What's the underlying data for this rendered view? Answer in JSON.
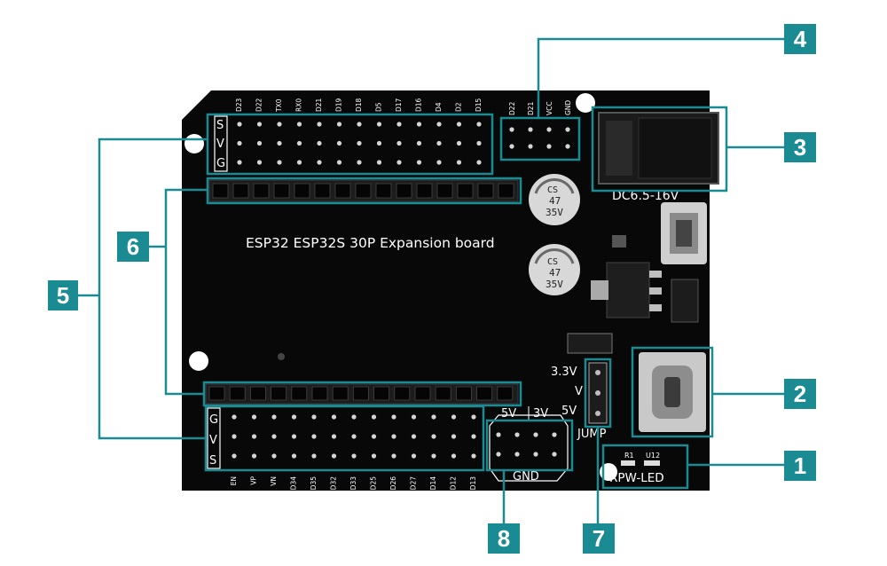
{
  "colors": {
    "callout": "#1a8a93",
    "board": "#080808",
    "silkscreen": "#ffffff",
    "background": "#ffffff"
  },
  "board": {
    "title": "ESP32 ESP32S 30P Expansion board",
    "dc_label": "DC6.5-16V",
    "jump_label": "JUMP",
    "gnd_label": "GND",
    "led_label": "RPW-LED",
    "r1_label": "R1",
    "u12_label": "U12",
    "v33_label": "3.3V",
    "v_label": "V",
    "v5_label": "5V",
    "sel5v_label": "5V",
    "sel3v_label": "3V",
    "top_svg_labels": [
      "S",
      "V",
      "G"
    ],
    "bottom_gvs_labels": [
      "G",
      "V",
      "S"
    ],
    "top_pins": [
      "D23",
      "D22",
      "TX0",
      "RX0",
      "D21",
      "D19",
      "D18",
      "D5",
      "D17",
      "D16",
      "D4",
      "D2",
      "D15"
    ],
    "power_pins": [
      "D22",
      "D21",
      "VCC",
      "GND"
    ],
    "bottom_pins": [
      "EN",
      "VP",
      "VN",
      "D34",
      "D35",
      "D32",
      "D33",
      "D25",
      "D26",
      "D27",
      "D14",
      "D12",
      "D13"
    ],
    "cap1": [
      "CS",
      "47",
      "35V"
    ],
    "cap2": [
      "CS",
      "47",
      "35V"
    ]
  },
  "callouts": [
    "1",
    "2",
    "3",
    "4",
    "5",
    "6",
    "7",
    "8"
  ]
}
